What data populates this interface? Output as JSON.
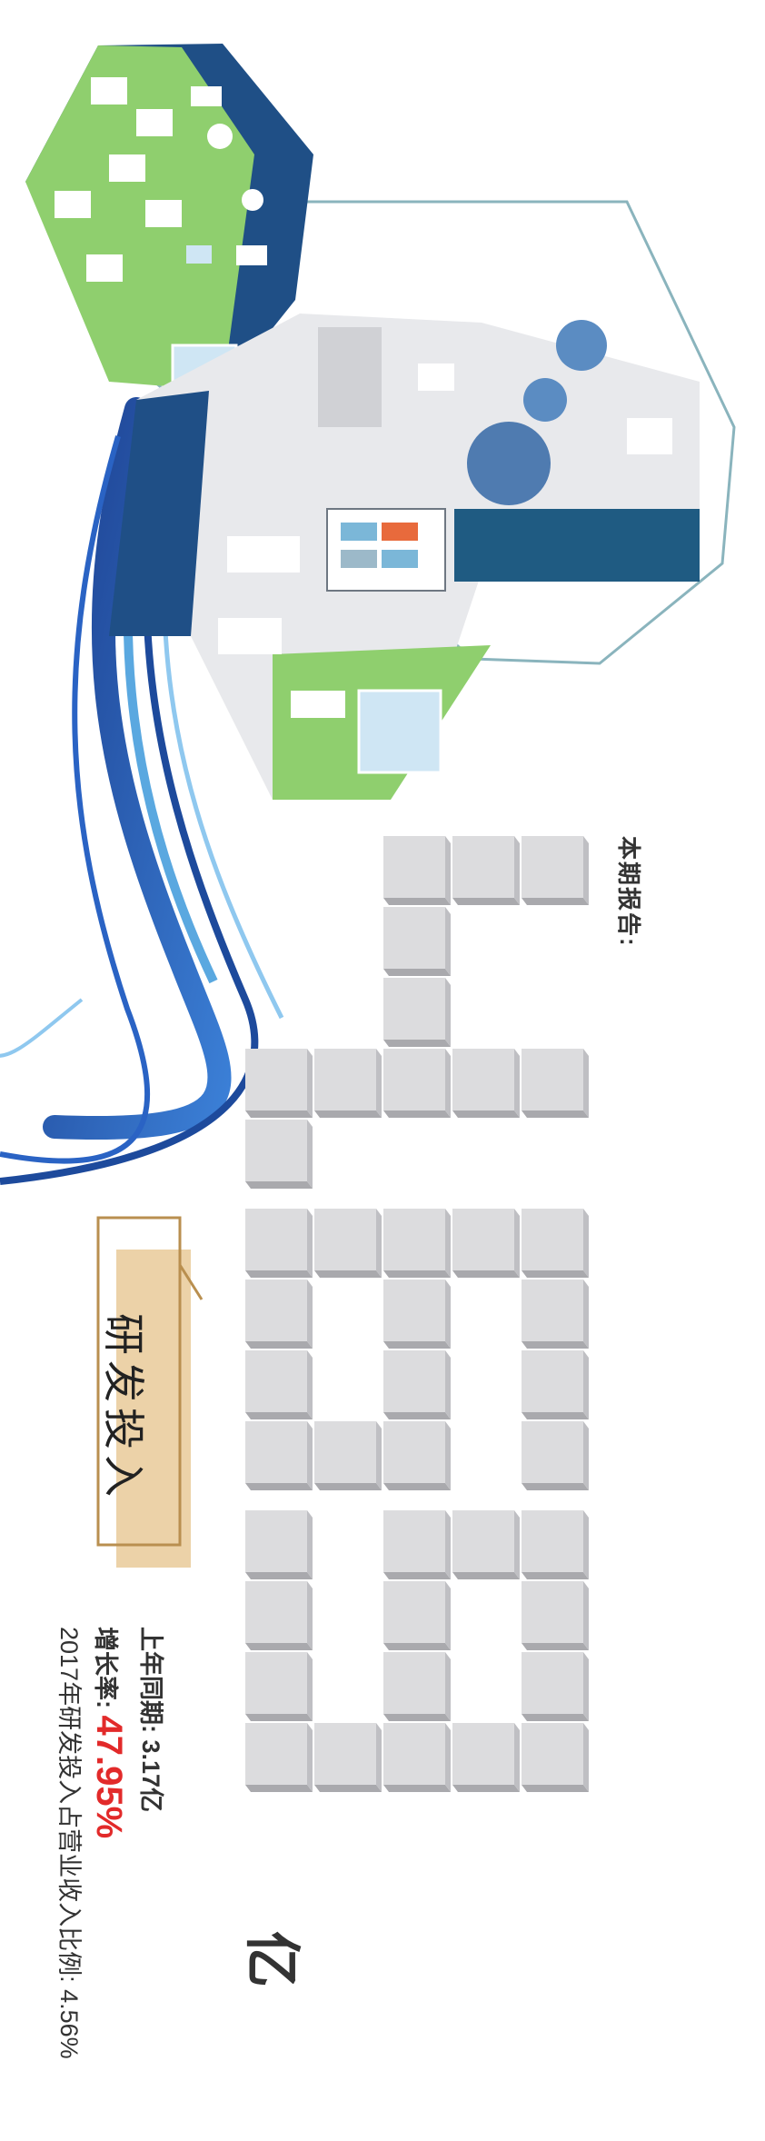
{
  "report": {
    "label": "本期报告:",
    "unit": "亿",
    "value_digits": [
      "4",
      ".",
      "6",
      "9"
    ]
  },
  "badge": {
    "title": "研发投入"
  },
  "stats": {
    "prev_year": "上年同期: 3.17亿",
    "growth_label": "增长率:",
    "growth_rate": "47.95%",
    "ratio": "2017年研发投入占营业收入比例: 4.56%"
  },
  "colors": {
    "accent_red": "#e22a2a",
    "badge_fill": "#ecd2a8",
    "badge_border": "#b98f4f",
    "tile_top": "#dcdcde",
    "tile_side": "#a9a9ad",
    "green": "#8fcf6e",
    "navy": "#1f4f86",
    "blue": "#2e62b8"
  },
  "icons": [
    "office-floor-illustration",
    "lab-floor-illustration",
    "flowing-ribbons"
  ]
}
